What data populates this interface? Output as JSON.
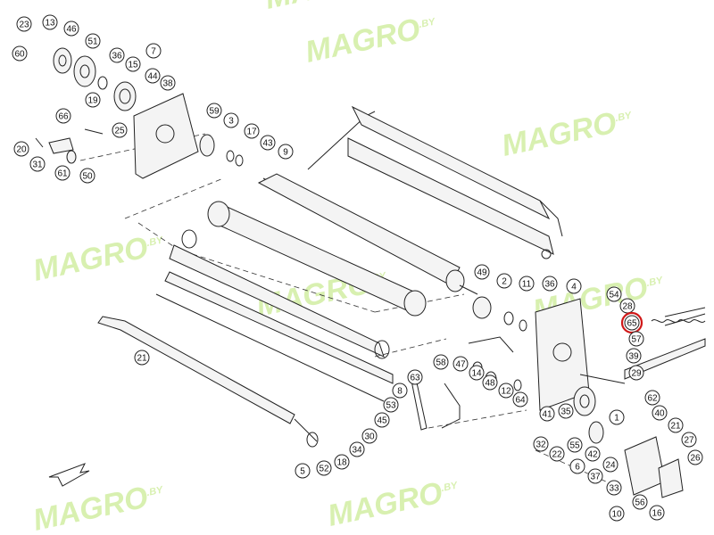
{
  "watermark": {
    "text": "MAGRO",
    "suffix": ".BY",
    "color": "#d8f0b0"
  },
  "highlight_color": "#d01818",
  "callouts": [
    {
      "label": "23"
    },
    {
      "label": "13"
    },
    {
      "label": "46"
    },
    {
      "label": "51"
    },
    {
      "label": "7"
    },
    {
      "label": "60"
    },
    {
      "label": "36"
    },
    {
      "label": "15"
    },
    {
      "label": "44"
    },
    {
      "label": "38"
    },
    {
      "label": "59"
    },
    {
      "label": "19"
    },
    {
      "label": "3"
    },
    {
      "label": "66"
    },
    {
      "label": "25"
    },
    {
      "label": "17"
    },
    {
      "label": "43"
    },
    {
      "label": "9"
    },
    {
      "label": "20"
    },
    {
      "label": "31"
    },
    {
      "label": "61"
    },
    {
      "label": "50"
    },
    {
      "label": "49"
    },
    {
      "label": "2"
    },
    {
      "label": "11"
    },
    {
      "label": "36"
    },
    {
      "label": "4"
    },
    {
      "label": "54"
    },
    {
      "label": "28"
    },
    {
      "label": "65",
      "highlight": true
    },
    {
      "label": "57"
    },
    {
      "label": "47"
    },
    {
      "label": "14"
    },
    {
      "label": "48"
    },
    {
      "label": "12"
    },
    {
      "label": "64"
    },
    {
      "label": "39"
    },
    {
      "label": "29"
    },
    {
      "label": "58"
    },
    {
      "label": "63"
    },
    {
      "label": "8"
    },
    {
      "label": "53"
    },
    {
      "label": "45"
    },
    {
      "label": "30"
    },
    {
      "label": "34"
    },
    {
      "label": "18"
    },
    {
      "label": "52"
    },
    {
      "label": "5"
    },
    {
      "label": "21"
    },
    {
      "label": "41"
    },
    {
      "label": "35"
    },
    {
      "label": "1"
    },
    {
      "label": "62"
    },
    {
      "label": "40"
    },
    {
      "label": "21"
    },
    {
      "label": "32"
    },
    {
      "label": "22"
    },
    {
      "label": "55"
    },
    {
      "label": "42"
    },
    {
      "label": "6"
    },
    {
      "label": "24"
    },
    {
      "label": "37"
    },
    {
      "label": "33"
    },
    {
      "label": "27"
    },
    {
      "label": "26"
    },
    {
      "label": "56"
    },
    {
      "label": "10"
    },
    {
      "label": "16"
    }
  ]
}
